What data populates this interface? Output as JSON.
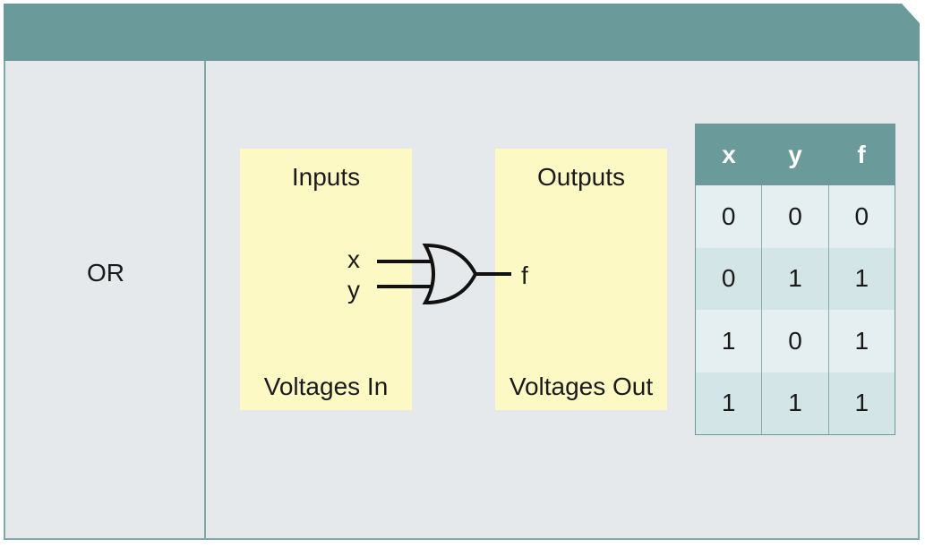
{
  "gate_label": "OR",
  "inputs_box": {
    "title": "Inputs",
    "caption": "Voltages In",
    "signal_x": "x",
    "signal_y": "y"
  },
  "outputs_box": {
    "title": "Outputs",
    "caption": "Voltages Out",
    "signal_f": "f"
  },
  "gate_symbol": "or-gate-icon",
  "truth_table": {
    "headers": [
      "x",
      "y",
      "f"
    ],
    "rows": [
      [
        "0",
        "0",
        "0"
      ],
      [
        "0",
        "1",
        "1"
      ],
      [
        "1",
        "0",
        "1"
      ],
      [
        "1",
        "1",
        "1"
      ]
    ]
  },
  "colors": {
    "header": "#6a9a9a",
    "panel": "#e5e9eb",
    "box": "#fdf9c4",
    "border": "#7fa8a8"
  }
}
